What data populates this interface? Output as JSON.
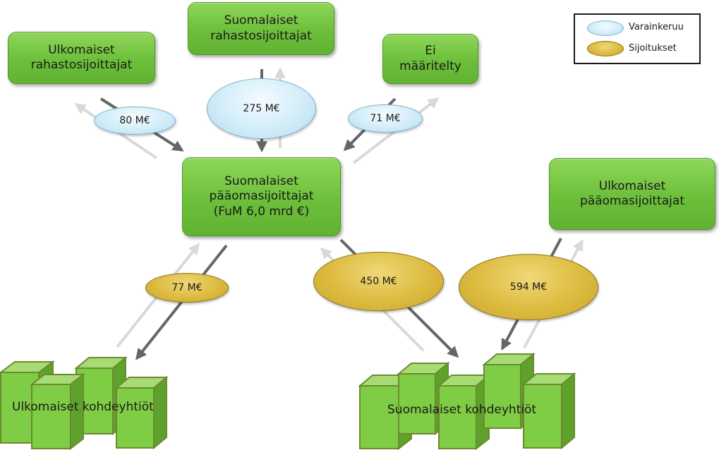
{
  "nodes": {
    "foreign_fund_investors": "Ulkomaiset\nrahastosijoittajat",
    "finnish_fund_investors": "Suomalaiset\nrahastosijoittajat",
    "undefined": "Ei\nmääritelty",
    "finnish_pe_investors": "Suomalaiset\npääomasijoittajat\n(FuM 6,0 mrd €)",
    "foreign_pe_investors": "Ulkomaiset\npääomasijoittajat",
    "foreign_targets": "Ulkomaiset kohdeyhtiöt",
    "finnish_targets": "Suomalaiset kohdeyhtiöt"
  },
  "flows": {
    "foreign_fund": "80 M€",
    "finnish_fund": "275 M€",
    "undefined": "71 M€",
    "to_foreign_targets": "77 M€",
    "to_finnish_targets_domestic": "450 M€",
    "to_finnish_targets_foreign": "594 M€"
  },
  "legend": {
    "fundraising": "Varainkeruu",
    "investments": "Sijoitukset"
  },
  "colors": {
    "box_green": "#6cbf3a",
    "fundraising_blue": "#d2edf8",
    "investment_gold": "#dcbb3f",
    "arrow_dark": "#666666",
    "arrow_light": "#d9d9d9"
  }
}
